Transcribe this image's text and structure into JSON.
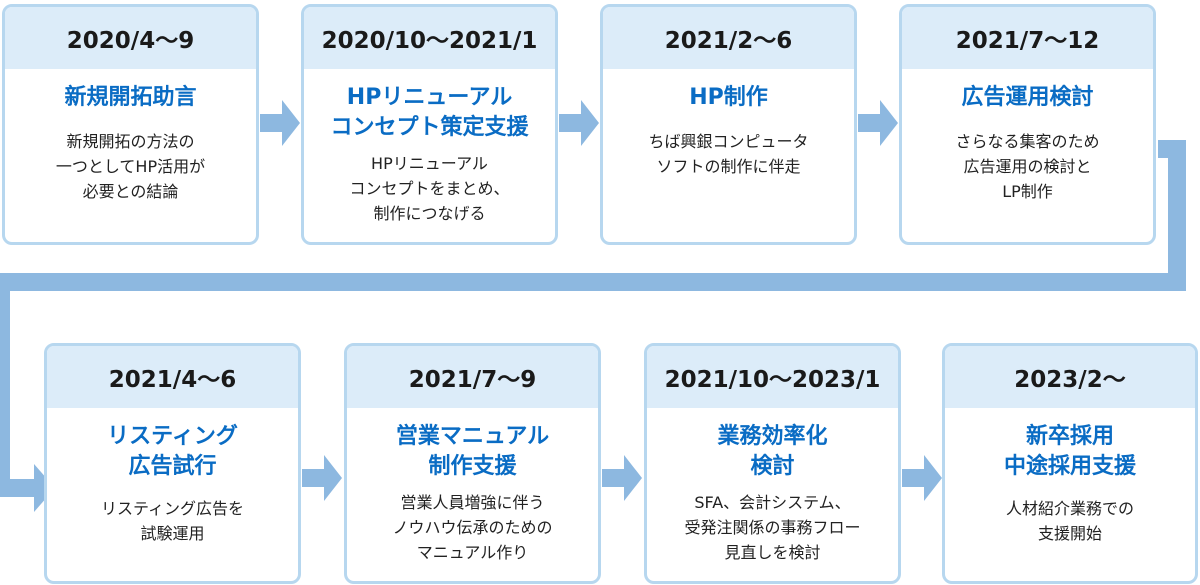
{
  "colors": {
    "card_border": "#b7d7ef",
    "card_header_bg": "#dcecf9",
    "title": "#0a6cc4",
    "arrow": "#8db8e0"
  },
  "steps": [
    {
      "period": "2020/4〜9",
      "title": [
        "新規開拓助言"
      ],
      "description": [
        "新規開拓の方法の",
        "一つとしてHP活用が",
        "必要との結論"
      ]
    },
    {
      "period": "2020/10〜2021/1",
      "title": [
        "HPリニューアル",
        "コンセプト策定支援"
      ],
      "description": [
        "HPリニューアル",
        "コンセプトをまとめ、",
        "制作につなげる"
      ]
    },
    {
      "period": "2021/2〜6",
      "title": [
        "HP制作"
      ],
      "description": [
        "ちば興銀コンピュータ",
        "ソフトの制作に伴走"
      ]
    },
    {
      "period": "2021/7〜12",
      "title": [
        "広告運用検討"
      ],
      "description": [
        "さらなる集客のため",
        "広告運用の検討と",
        "LP制作"
      ]
    },
    {
      "period": "2021/4〜6",
      "title": [
        "リスティング",
        "広告試行"
      ],
      "description": [
        "リスティング広告を",
        "試験運用"
      ]
    },
    {
      "period": "2021/7〜9",
      "title": [
        "営業マニュアル",
        "制作支援"
      ],
      "description": [
        "営業人員増強に伴う",
        "ノウハウ伝承のための",
        "マニュアル作り"
      ]
    },
    {
      "period": "2021/10〜2023/1",
      "title": [
        "業務効率化",
        "検討"
      ],
      "description": [
        "SFA、会計システム、",
        "受発注関係の事務フロー",
        "見直しを検討"
      ]
    },
    {
      "period": "2023/2〜",
      "title": [
        "新卒採用",
        "中途採用支援"
      ],
      "description": [
        "人材紹介業務での",
        "支援開始"
      ]
    }
  ]
}
